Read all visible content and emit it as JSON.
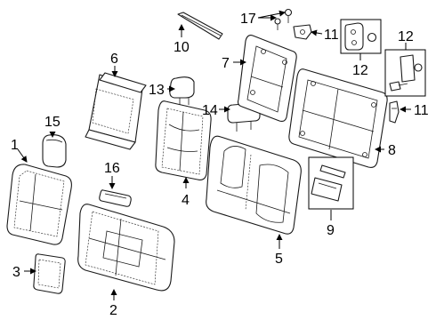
{
  "callouts": [
    "1",
    "2",
    "3",
    "4",
    "5",
    "6",
    "7",
    "8",
    "9",
    "10",
    "11",
    "11",
    "12",
    "12",
    "13",
    "14",
    "15",
    "16",
    "17"
  ]
}
